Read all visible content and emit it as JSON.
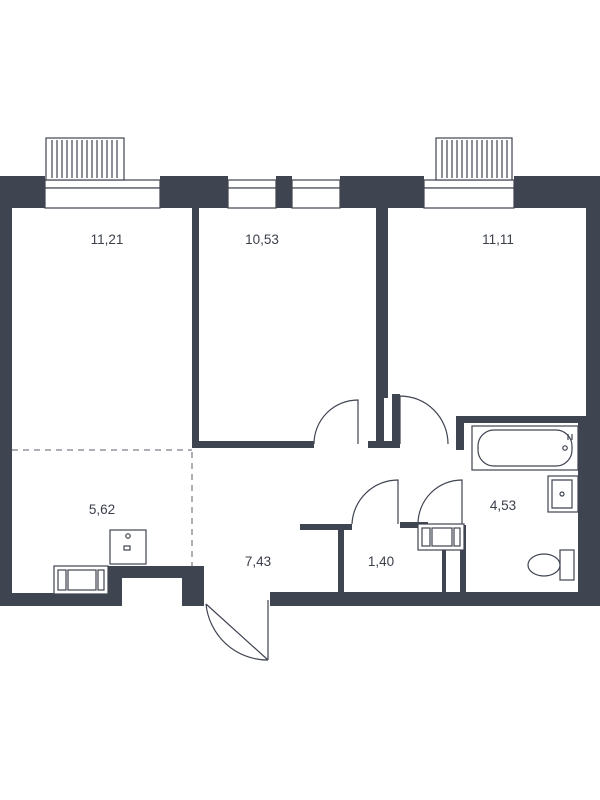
{
  "rooms": [
    {
      "id": "room-1",
      "area": "11,21"
    },
    {
      "id": "room-2",
      "area": "10,53"
    },
    {
      "id": "room-3",
      "area": "11,11"
    },
    {
      "id": "kitchen",
      "area": "5,62"
    },
    {
      "id": "hallway",
      "area": "7,43"
    },
    {
      "id": "closet",
      "area": "1,40"
    },
    {
      "id": "bathroom",
      "area": "4,53"
    }
  ],
  "colors": {
    "wall": "#3f4451",
    "label": "#3a3f4a",
    "background": "#ffffff"
  }
}
